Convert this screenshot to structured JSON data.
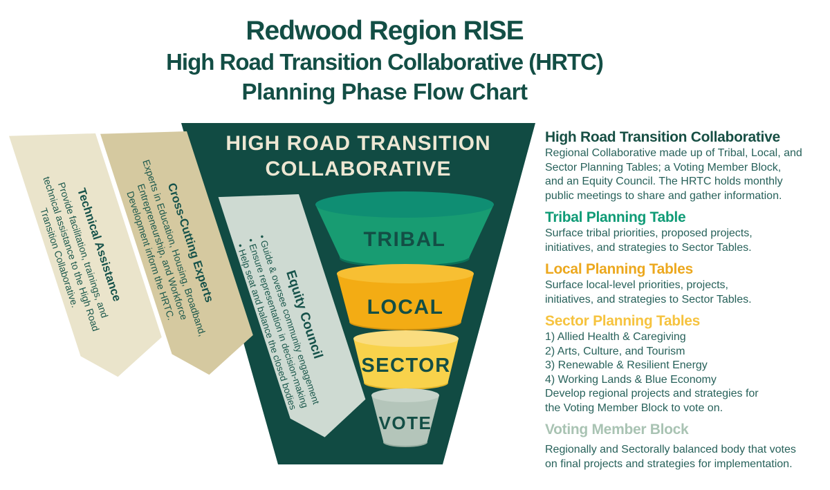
{
  "page_title": {
    "line1": "Redwood Region RISE",
    "line2": "High Road Transition Collaborative (HRTC)",
    "line3": "Planning Phase Flow Chart"
  },
  "hrtc_banner": {
    "line1": "HIGH ROAD TRANSITION",
    "line2": "COLLABORATIVE"
  },
  "banners": {
    "technical": {
      "title": "Technical Assistance",
      "line1": "Provide facilitation, trainings, and",
      "line2": "technical assistance to the High Road",
      "line3": "Transition Collaborative."
    },
    "cross_cutting": {
      "title": "Cross-Cutting Experts",
      "line1": "Experts in Education, Housing, Broadband,",
      "line2": "Entrepreneurship, and Workforce",
      "line3": "Development inform the HRTC."
    },
    "equity": {
      "title": "Equity Council",
      "bullet1": "• Guide & oversee community engagement",
      "bullet2": "• Ensure representation in decision-making",
      "bullet3": "• Help seat and balance the closed bodies"
    }
  },
  "funnel": {
    "levels": [
      {
        "label": "TRIBAL",
        "top_color": "#0F8E73",
        "body_color": "#189C72",
        "rim_color": "#0B7158"
      },
      {
        "label": "LOCAL",
        "top_color": "#F7BF33",
        "body_color": "#F3AC14",
        "rim_color": "#D29310"
      },
      {
        "label": "SECTOR",
        "top_color": "#FADD80",
        "body_color": "#F8D24B",
        "rim_color": "#DFB32B"
      },
      {
        "label": "VOTE",
        "top_color": "#C7D4CB",
        "body_color": "#B4C5BA",
        "rim_color": "#93AA9E"
      }
    ]
  },
  "sections": [
    {
      "heading": "High Road Transition Collaborative",
      "heading_color": "#174F44",
      "body": "Regional Collaborative made up of Tribal, Local, and\nSector Planning Tables; a Voting Member Block,\nand an Equity Council. The HRTC holds monthly\npublic meetings to share and gather information."
    },
    {
      "heading": "Tribal Planning Table",
      "heading_color": "#0F9B76",
      "body": "Surface tribal priorities, proposed projects,\ninitiatives, and strategies to Sector Tables."
    },
    {
      "heading": "Local Planning Tables",
      "heading_color": "#ECA81E",
      "body": "Surface local-level priorities, projects,\ninitiatives, and strategies to Sector Tables."
    },
    {
      "heading": "Sector Planning Tables",
      "heading_color": "#F6C33F",
      "body": "1) Allied Health & Caregiving\n2) Arts, Culture, and Tourism\n3) Renewable & Resilient Energy\n4) Working Lands & Blue Economy\nDevelop regional projects and strategies for\nthe Voting Member Block to vote on."
    },
    {
      "heading": "Voting Member Block",
      "heading_color": "#A9C3B3",
      "body": "Regionally and Sectorally balanced body that votes\non final projects and strategies for implementation."
    }
  ],
  "palette": {
    "trapezoid_green": "#114B43",
    "title_green": "#134E45",
    "body_text_green": "#27615A",
    "cream_banner": "#EAE4CB",
    "tan_banner": "#D5C9A0",
    "sage_banner": "#CEDAD2",
    "banner_text": "#1C584C",
    "hrtc_banner_text": "#EDE7D3"
  }
}
